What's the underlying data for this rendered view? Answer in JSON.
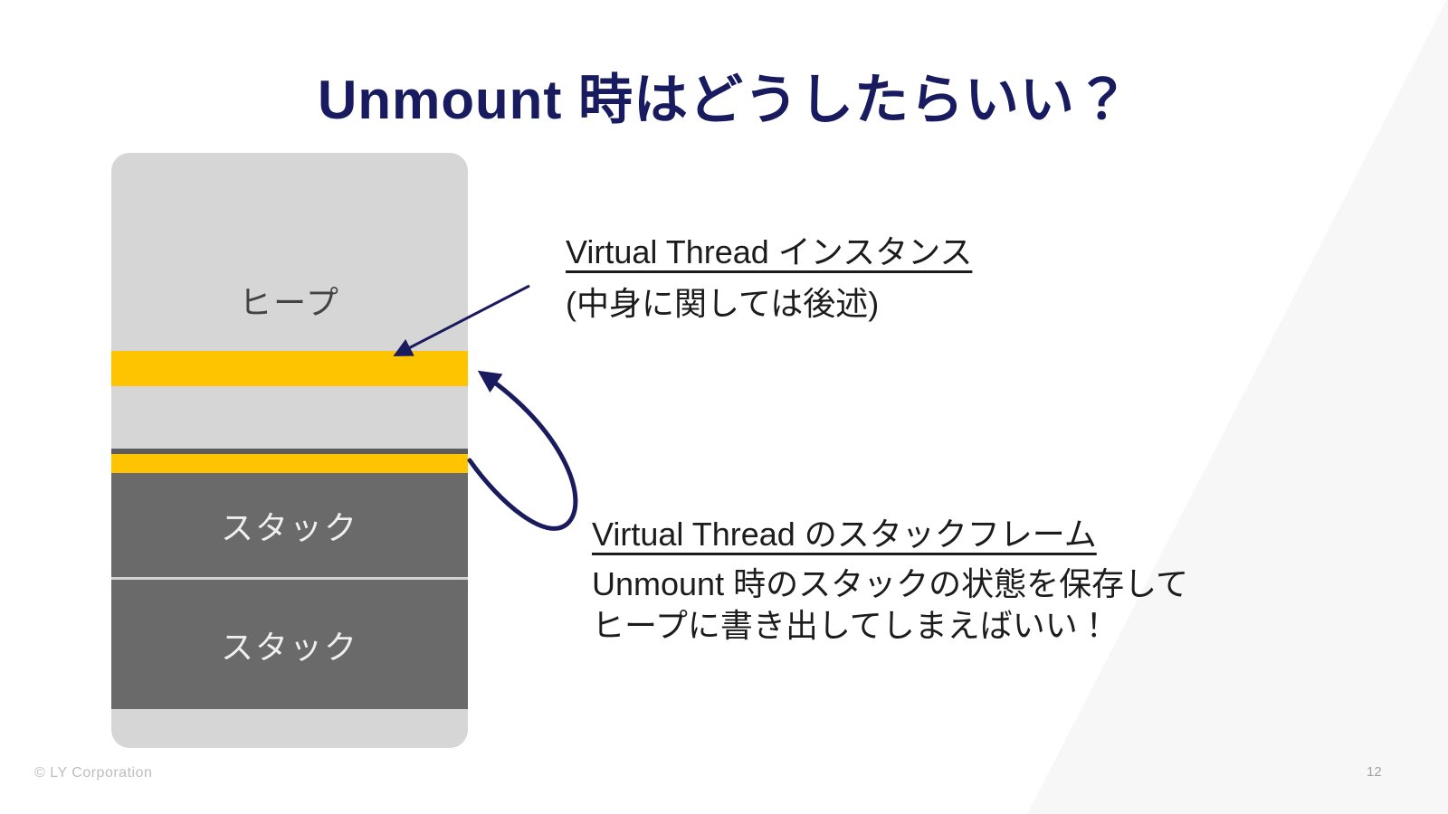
{
  "slide": {
    "title": "Unmount 時はどうしたらいい？",
    "footer": "© LY Corporation",
    "page_number": "12"
  },
  "diagram": {
    "heap_label": "ヒープ",
    "stack_label_1": "スタック",
    "stack_label_2": "スタック"
  },
  "annotations": {
    "instance": {
      "title": "Virtual Thread インスタンス",
      "note": "(中身に関しては後述)"
    },
    "stackframe": {
      "title": "Virtual Thread のスタックフレーム",
      "body_line1": "Unmount 時のスタックの状態を保存して",
      "body_line2": "ヒープに書き出してしまえばいい！"
    }
  },
  "colors": {
    "title_navy": "#191b60",
    "arrow_navy": "#1a1b5e",
    "highlight_yellow": "#ffc400",
    "heap_gray": "#d6d6d6",
    "stack_gray": "#6a6a6a",
    "divider_dark": "#5c5c5c",
    "divider_light": "#d2d2d2",
    "background_diagonal": "#f7f7f8"
  }
}
